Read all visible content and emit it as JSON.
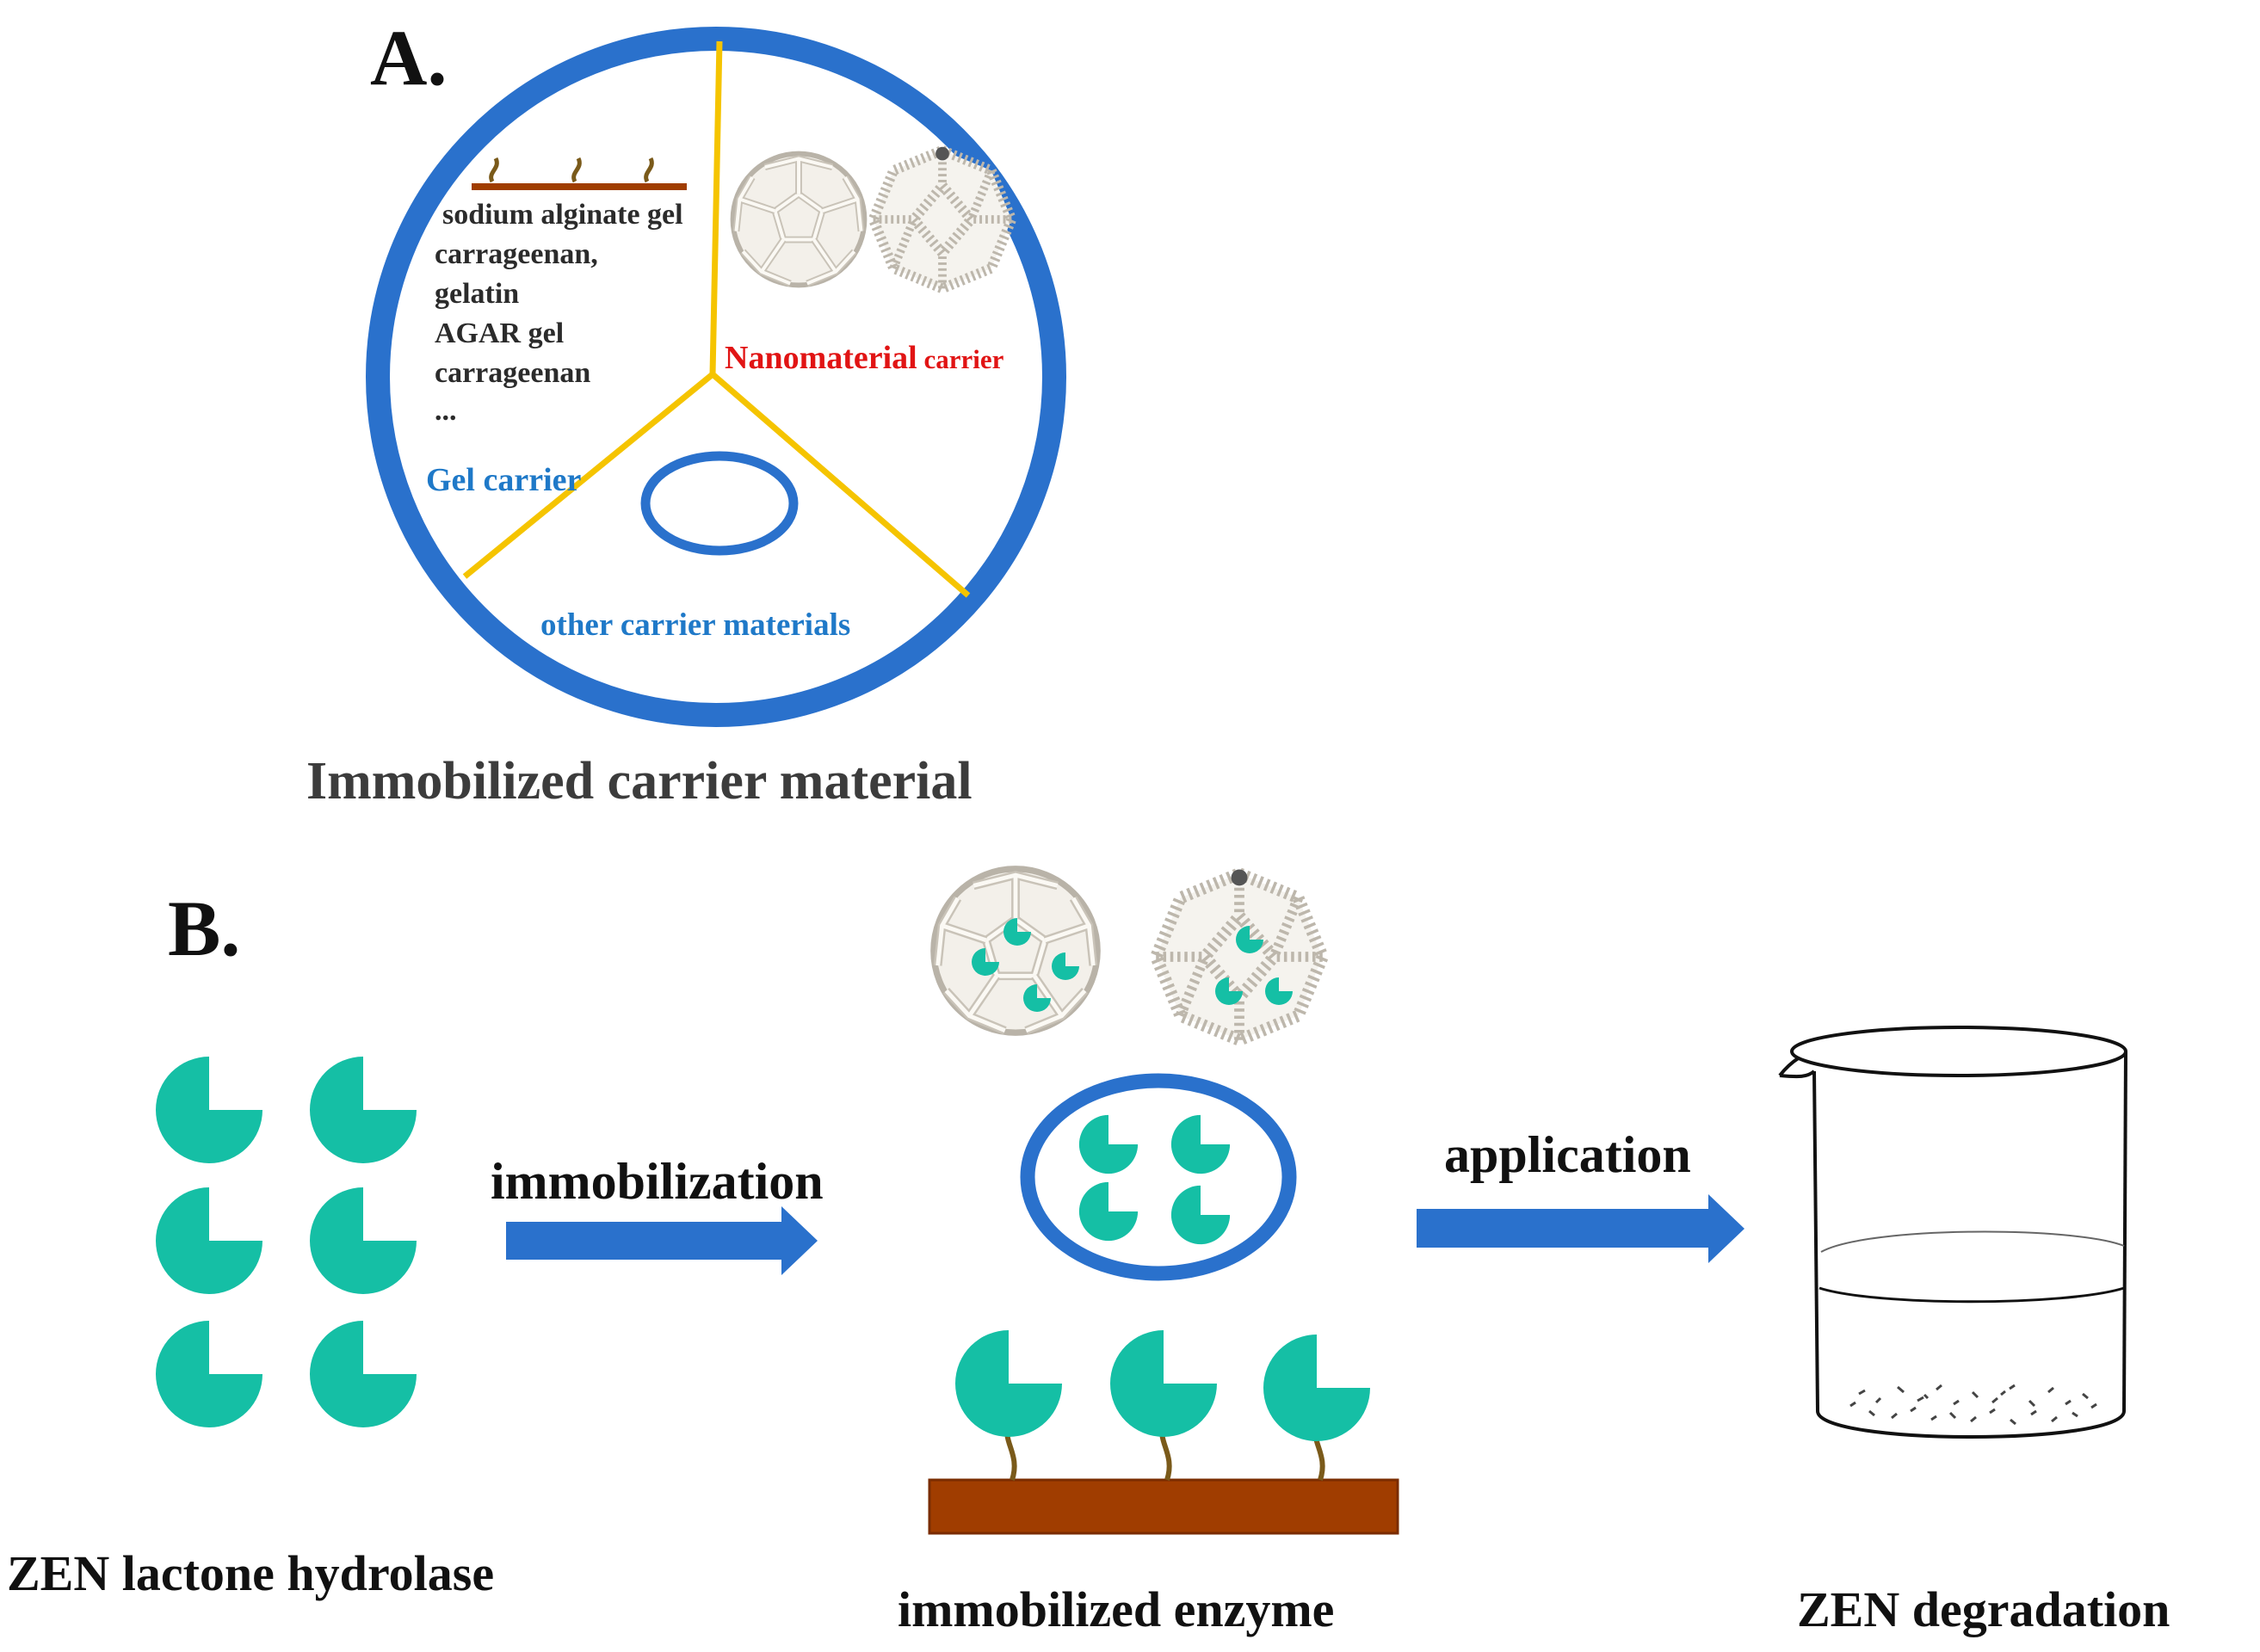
{
  "panel_a": {
    "label": "A.",
    "gel_materials": [
      "sodium alginate gel",
      "carrageenan,",
      "gelatin",
      "AGAR gel",
      "carrageenan",
      "..."
    ],
    "nanomaterial_main": "Nanomaterial",
    "nanomaterial_suffix": " carrier",
    "gel_carrier": "Gel carrier",
    "other_carrier": "other carrier materials",
    "caption": "Immobilized carrier material"
  },
  "panel_b": {
    "label": "B.",
    "enzyme_caption": "ZEN lactone hydrolase",
    "step1": "immobilization",
    "immobilized_caption": "immobilized enzyme",
    "step2": "application",
    "degradation_caption": "ZEN degradation"
  },
  "colors": {
    "blue": "#2a71cc",
    "yellow": "#f5c400",
    "teal": "#15bfa5",
    "brown": "#a03d00",
    "red": "#e11414",
    "text_blue": "#1f79c8",
    "text_dark": "#2b2b2b"
  },
  "icons": [
    "cage-sphere-icon",
    "cage-polyhedron-icon",
    "enzyme-pacman-icon",
    "beaker-icon",
    "right-arrow-icon"
  ]
}
